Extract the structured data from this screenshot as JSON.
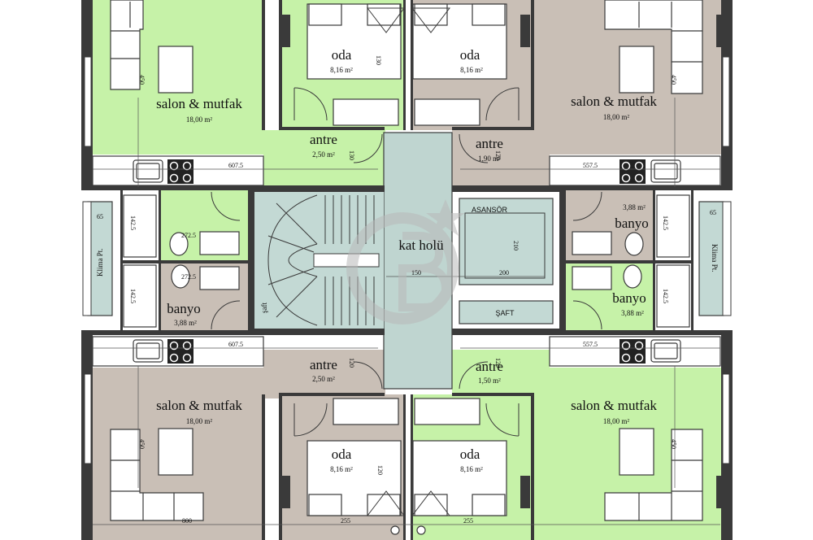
{
  "colors": {
    "green": "#c6f2a8",
    "taupe": "#c9bfb6",
    "core": "#bfd5d0",
    "shaft": "#c3d9d4",
    "wall": "#3a3a3a",
    "paper": "#ffffff",
    "watermark": "#b9b9b9"
  },
  "rooms": {
    "tl": {
      "name": "salon & mutfak",
      "area": "18,00 m²"
    },
    "tr": {
      "name": "salon & mutfak",
      "area": "18,00 m²"
    },
    "bl": {
      "name": "salon & mutfak",
      "area": "18,00 m²"
    },
    "br": {
      "name": "salon & mutfak",
      "area": "18,00 m²"
    },
    "oda_tl": {
      "name": "oda",
      "area": "8,16 m²"
    },
    "oda_tr": {
      "name": "oda",
      "area": "8,16 m²"
    },
    "oda_bl": {
      "name": "oda",
      "area": "8,16 m²"
    },
    "oda_br": {
      "name": "oda",
      "area": "8,16 m²"
    },
    "antre_tl": {
      "name": "antre",
      "area": "2,50 m²"
    },
    "antre_tr": {
      "name": "antre",
      "area": "1,90 m²"
    },
    "antre_bl": {
      "name": "antre",
      "area": "2,50 m²"
    },
    "antre_br": {
      "name": "antre",
      "area": "1,50 m²"
    },
    "banyo_l": {
      "name": "banyo",
      "area": "3,88 m²"
    },
    "banyo_r_top": {
      "name": "banyo",
      "area": "3,88 m²"
    },
    "banyo_r_bot": {
      "name": "banyo",
      "area": "3,88 m²"
    },
    "kat_holu": {
      "name": "kat holü"
    },
    "asansor": {
      "name": "ASANSÖR"
    },
    "saft_core": {
      "name": "ŞAFT"
    },
    "saft_stair": {
      "name": "şaft"
    },
    "klima_l": {
      "name": "Klima Pt."
    },
    "klima_r": {
      "name": "Klima Pt."
    }
  },
  "dims": {
    "d607_top": "607.5",
    "d557_top": "557.5",
    "d607_bot": "607.5",
    "d557_bot": "557.5",
    "d130a": "130",
    "d130b": "130",
    "d120a": "120",
    "d120b": "120",
    "d120c": "120",
    "d120d": "120",
    "d450a": "450",
    "d450b": "450",
    "d450c": "450",
    "d450d": "450",
    "d210": "210",
    "d200": "200",
    "d150": "150",
    "d65a": "65",
    "d65b": "65",
    "d1425a": "142.5",
    "d1425b": "142.5",
    "d1425c": "142.5",
    "d1425d": "142.5",
    "d2725a": "272.5",
    "d2725b": "272.5",
    "d800": "800",
    "d255a": "255",
    "d255b": "255"
  }
}
